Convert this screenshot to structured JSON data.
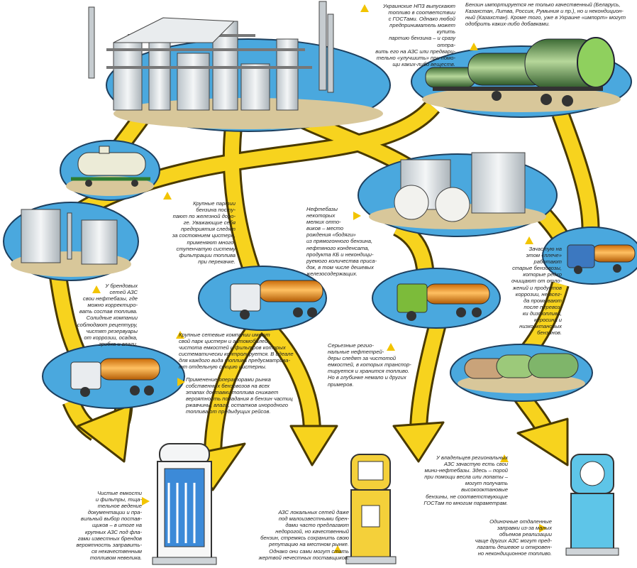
{
  "colors": {
    "arrow": "#f7d31e",
    "arrow_outline": "#4a3a00",
    "ellipse_fill": "#4aa8de",
    "ellipse_ground": "#d8c79a",
    "tanker_orange": "#f39a1a",
    "triangle_marker": "#f2c400",
    "pump_blue": "#3c8ad8",
    "pump_yellow": "#f4d03a",
    "pump_cyan": "#5ec5e8"
  },
  "captions": {
    "refinery": "Украинские НПЗ выпускают\nтопливо в соответствии\nс ГОСТами. Однако любой\nпредприниматель может купить\nпартию бензина – и сразу отпра-\nвить его на АЗС или предвари-\nтельно «улучшить» при помо-\nщи каких-либо веществ.",
    "import": "Бензин импортируется не только качественный (Беларусь,\nКазахстан, Литва, Россия, Румыния и пр.), но и некондицион-\nный (Казахстан). Кроме того, уже в Украине «импорт» могут\nодобрить каких-либо добавками.",
    "rail": "Крупные партии\nбензина посту-\nпают по железной доро-\nге. Уважающие себя\nпредприятия следят\nза состоянием цистерн,\nприменяют много-\nступенчатую систему\nфильтрации топлива\nпри перекачке.",
    "oil_depots": "Нефтебазы\nнекоторых\nмелких опто-\nвиков – место\nрождения «бодяги»\nиз прямогонного бензина,\nнефтяного конденсата,\nпродукта КБ и некондици-\nруемого количества приса-\nдок, в том числе дешевых\nжелезосодержащих.",
    "old_trucks": "Зачастую на\nэтом «плече»\nработают\nстарые бензовозы,\nкоторые редко\nочищают от отло-\nжений и продуктов\nкоррозии, не всег-\nда промывают\nпосле перевоз-\nки дизтоплива,\nкеросина и\nнизкооктановых\nбензинов.",
    "brand_depots": "У брендовых\nсетей АЗС\nсвои нефтебазы, где\nможно корректиро-\nвать состав топлива.\nСолидные компании\nсоблюдают рецептуру,\nчистят резервуары\nот коррозии, осадка,\nгрибка и влаги.",
    "network_fleet": "Крупные сетевые компании имеют\nсвой парк цистерн и автомобилей,\nчистота емкостей и фильтров которых\nсистематически контролируется. В идеале\nдля каждого вида топлива предусматрива-\nют отдельную секцию цистерны.",
    "own_tankers": "Применение операторами рынка\nсобственных бензовозов на всех\nэтапах доставки топлива снижает\nвероятность попадания в бензин частиц\nржавчины, влаги, остатков инородного\nтоплива от предыдущих рейсов.",
    "regional_traders": "Серьезные регио-\nнальные нефтетрей-\nдеры следят за чистотой\nемкостей, в которых транспор-\nтируется и хранится топливо.\nНо в глубинке немало и других\nпримеров.",
    "regional_stations": "У владельцев региональных\nАЗС зачастую есть свои\nмини-нефтебазы. Здесь – порой\nпри помощи весла или лопаты –\nмогут получать высокооктановые\nбензины, не соответствующие\nГОСТам по многим параметрам.",
    "clean_filters": "Чистые емкости\nи фильтры, тща-\nтельное ведение\nдокументации и пра-\nвильный выбор постав-\nщиков – в  итоге на\nкрупных АЗС под фла-\nгами известных брендов\nвероятность заправить-\nся некачественным\nтопливом невелика.",
    "local_networks": "АЗС локальных сетей даже\nпод малоизвестными брен-\nдами часто предлагают\nнедорогой, но качественный\nбензин, стремясь сохранить свою\nрепутацию на местном рынке.\nОднако они сами могут стать\nжертвой нечестных поставщиков.",
    "remote_stations": "Одиночные отдаленные\nзаправки из-за малых\nобъемов реализации\nчаще других АЗС могут пред-\nлагать дешевое и откровен-\nно некондиционное топливо."
  }
}
